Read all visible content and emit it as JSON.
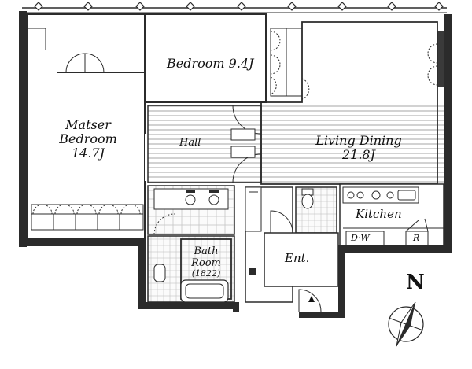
{
  "rooms": {
    "master_bedroom": {
      "name": "Matser",
      "name2": "Bedroom",
      "size": "14.7J"
    },
    "bedroom": {
      "label": "Bedroom 9.4J"
    },
    "hall": {
      "label": "Hall"
    },
    "living_dining": {
      "name": "Living Dining",
      "size": "21.8J"
    },
    "kitchen": {
      "label": "Kitchen"
    },
    "dishwasher": {
      "label": "D·W"
    },
    "refrigerator": {
      "label": "R"
    },
    "bathroom": {
      "name": "Bath",
      "name2": "Room",
      "size": "(1822)"
    },
    "entrance": {
      "label": "Ent."
    }
  },
  "compass": {
    "north_label": "N",
    "icon": "compass-rose-icon"
  },
  "colors": {
    "wall": "#2b2b2b",
    "hatch": "#9a9a9a",
    "tile": "#bdbdbd",
    "paper": "#ffffff"
  }
}
